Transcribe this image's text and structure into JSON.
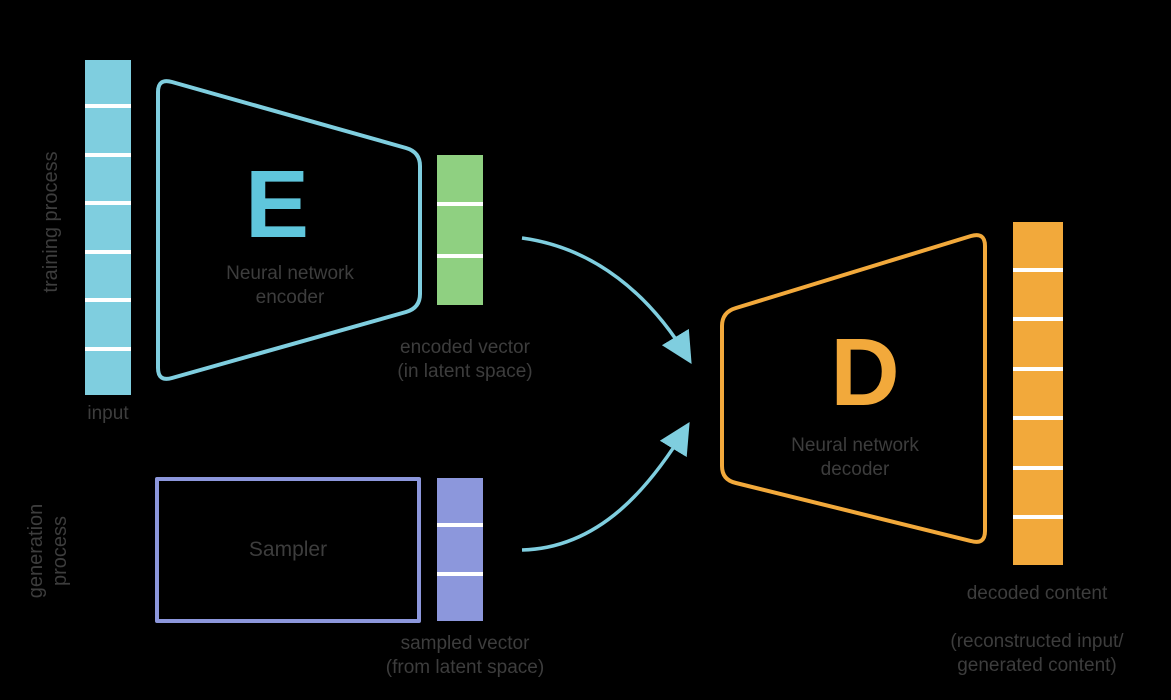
{
  "colors": {
    "background": "#000000",
    "cyan": "#7FCEDF",
    "cyan_letter": "#5FC6DC",
    "green": "#8FD081",
    "orange": "#F2A93B",
    "purple": "#8C97DC",
    "label_text": "#3D3D3D",
    "segment_gap": "#FFFFFF"
  },
  "sections": {
    "training": "training process",
    "generation_line1": "generation",
    "generation_line2": "process"
  },
  "encoder": {
    "letter": "E",
    "label_line1": "Neural network",
    "label_line2": "encoder"
  },
  "decoder": {
    "letter": "D",
    "label_line1": "Neural network",
    "label_line2": "decoder"
  },
  "sampler": {
    "label": "Sampler"
  },
  "vectors": {
    "input": {
      "label": "input",
      "segments": 7
    },
    "encoded": {
      "label_line1": "encoded vector",
      "label_line2": "(in latent space)",
      "segments": 3
    },
    "sampled": {
      "label_line1": "sampled vector",
      "label_line2": "(from latent space)",
      "segments": 3
    },
    "decoded": {
      "label": "decoded content",
      "note_line1": "(reconstructed input/",
      "note_line2": "generated content)",
      "segments": 7
    }
  }
}
